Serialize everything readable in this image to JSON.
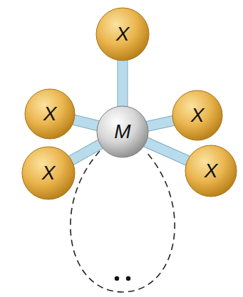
{
  "diagram": {
    "nodes": [
      {
        "text": [
          "X"
        ]
      },
      {
        "text": [
          "X"
        ]
      },
      {
        "text": [
          "X"
        ]
      },
      {
        "text": [
          "X"
        ]
      },
      {
        "text": [
          "M"
        ]
      },
      {
        "text": [
          "X"
        ]
      }
    ],
    "edges": [
      {
        "from": 4,
        "to": 0,
        "arrow": "none"
      },
      {
        "from": 4,
        "to": 1,
        "arrow": "none"
      },
      {
        "from": 4,
        "to": 2,
        "arrow": "none"
      },
      {
        "from": 4,
        "to": 3,
        "arrow": "none"
      },
      {
        "from": 4,
        "to": 5,
        "arrow": "none"
      }
    ]
  }
}
